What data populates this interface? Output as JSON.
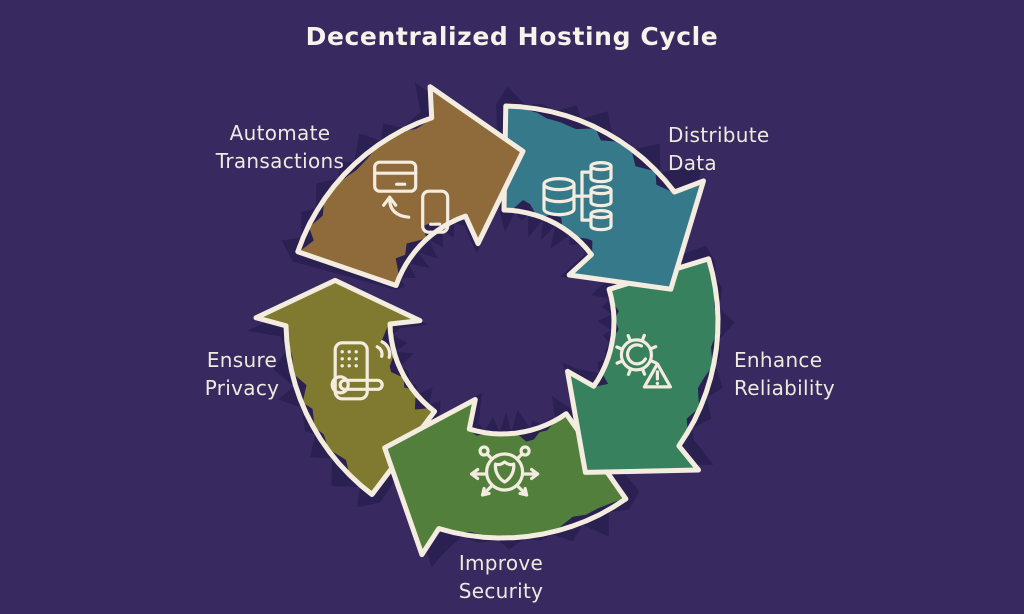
{
  "title": "Decentralized Hosting Cycle",
  "colors": {
    "background": "#382a60",
    "outline": "#f3ecdf",
    "shadow": "#2a2052",
    "title_text": "#f7f2ea",
    "label_text": "#efe9df"
  },
  "segments": [
    {
      "id": "distribute-data",
      "lines": [
        "Distribute",
        "Data"
      ],
      "color": "#35798a",
      "mid": 35,
      "icon": "database-cluster-icon"
    },
    {
      "id": "enhance-reliability",
      "lines": [
        "Enhance",
        "Reliability"
      ],
      "color": "#37815e",
      "mid": 107,
      "icon": "gear-warning-icon"
    },
    {
      "id": "improve-security",
      "lines": [
        "Improve",
        "Security"
      ],
      "color": "#52803c",
      "mid": 179,
      "icon": "shield-network-icon"
    },
    {
      "id": "ensure-privacy",
      "lines": [
        "Ensure",
        "Privacy"
      ],
      "color": "#7f7a2f",
      "mid": 251,
      "icon": "smart-lock-icon"
    },
    {
      "id": "automate-transactions",
      "lines": [
        "Automate",
        "Transactions"
      ],
      "color": "#8f6a3b",
      "mid": 323,
      "icon": "card-payment-icon"
    }
  ]
}
